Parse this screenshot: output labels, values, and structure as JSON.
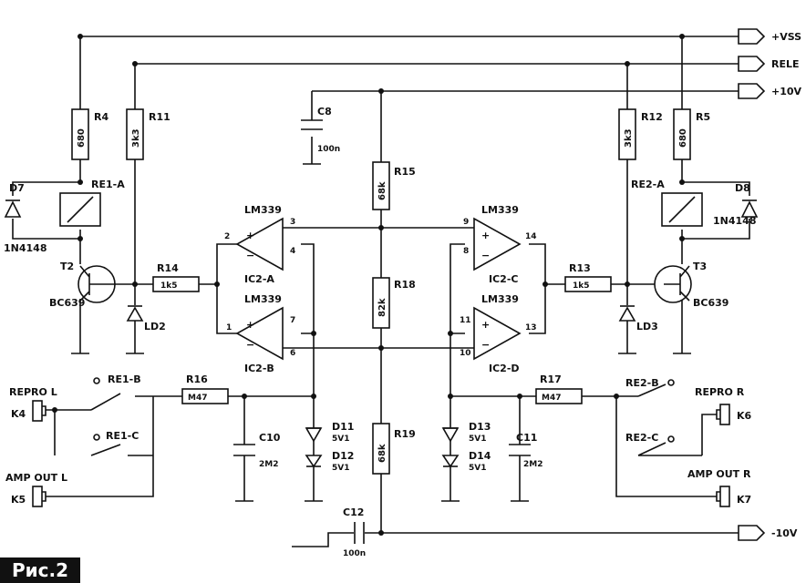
{
  "rails": {
    "vss": "+VSS",
    "rele": "RELE",
    "p10": "+10V",
    "m10": "-10V"
  },
  "resistors": {
    "r4": {
      "name": "R4",
      "value": "680"
    },
    "r11": {
      "name": "R11",
      "value": "3k3"
    },
    "r12": {
      "name": "R12",
      "value": "3k3"
    },
    "r5": {
      "name": "R5",
      "value": "680"
    },
    "r15": {
      "name": "R15",
      "value": "68k"
    },
    "r18": {
      "name": "R18",
      "value": "82k"
    },
    "r19": {
      "name": "R19",
      "value": "68k"
    },
    "r14": {
      "name": "R14",
      "value": "1k5"
    },
    "r13": {
      "name": "R13",
      "value": "1k5"
    },
    "r16": {
      "name": "R16",
      "value": "M47"
    },
    "r17": {
      "name": "R17",
      "value": "M47"
    }
  },
  "capacitors": {
    "c8": {
      "name": "C8",
      "value": "100n"
    },
    "c10": {
      "name": "C10",
      "value": "2M2"
    },
    "c11": {
      "name": "C11",
      "value": "2M2"
    },
    "c12": {
      "name": "C12",
      "value": "100n"
    }
  },
  "diodes": {
    "d7": {
      "name": "D7",
      "value": "1N4148"
    },
    "d8": {
      "name": "D8",
      "value": "1N4148"
    },
    "d11": {
      "name": "D11",
      "value": "5V1"
    },
    "d12": {
      "name": "D12",
      "value": "5V1"
    },
    "d13": {
      "name": "D13",
      "value": "5V1"
    },
    "d14": {
      "name": "D14",
      "value": "5V1"
    }
  },
  "relays": {
    "re1a": "RE1-A",
    "re2a": "RE2-A",
    "re1b": "RE1-B",
    "re1c": "RE1-C",
    "re2b": "RE2-B",
    "re2c": "RE2-C"
  },
  "transistors": {
    "t2": {
      "name": "T2",
      "value": "BC639"
    },
    "t3": {
      "name": "T3",
      "value": "BC639"
    }
  },
  "leds": {
    "ld2": "LD2",
    "ld3": "LD3"
  },
  "comparators": {
    "part": "LM339",
    "a": {
      "name": "IC2-A",
      "pins": [
        "2",
        "3",
        "4"
      ]
    },
    "b": {
      "name": "IC2-B",
      "pins": [
        "1",
        "7",
        "6"
      ]
    },
    "c": {
      "name": "IC2-C",
      "pins": [
        "9",
        "8",
        "14"
      ]
    },
    "d": {
      "name": "IC2-D",
      "pins": [
        "11",
        "10",
        "13"
      ]
    }
  },
  "connectors": {
    "k4": {
      "ref": "K4",
      "label": "REPRO L"
    },
    "k5": {
      "ref": "K5",
      "label": "AMP OUT L"
    },
    "k6": {
      "ref": "K6",
      "label": "REPRO R"
    },
    "k7": {
      "ref": "K7",
      "label": "AMP OUT R"
    }
  },
  "figure_label": "Рис.2"
}
